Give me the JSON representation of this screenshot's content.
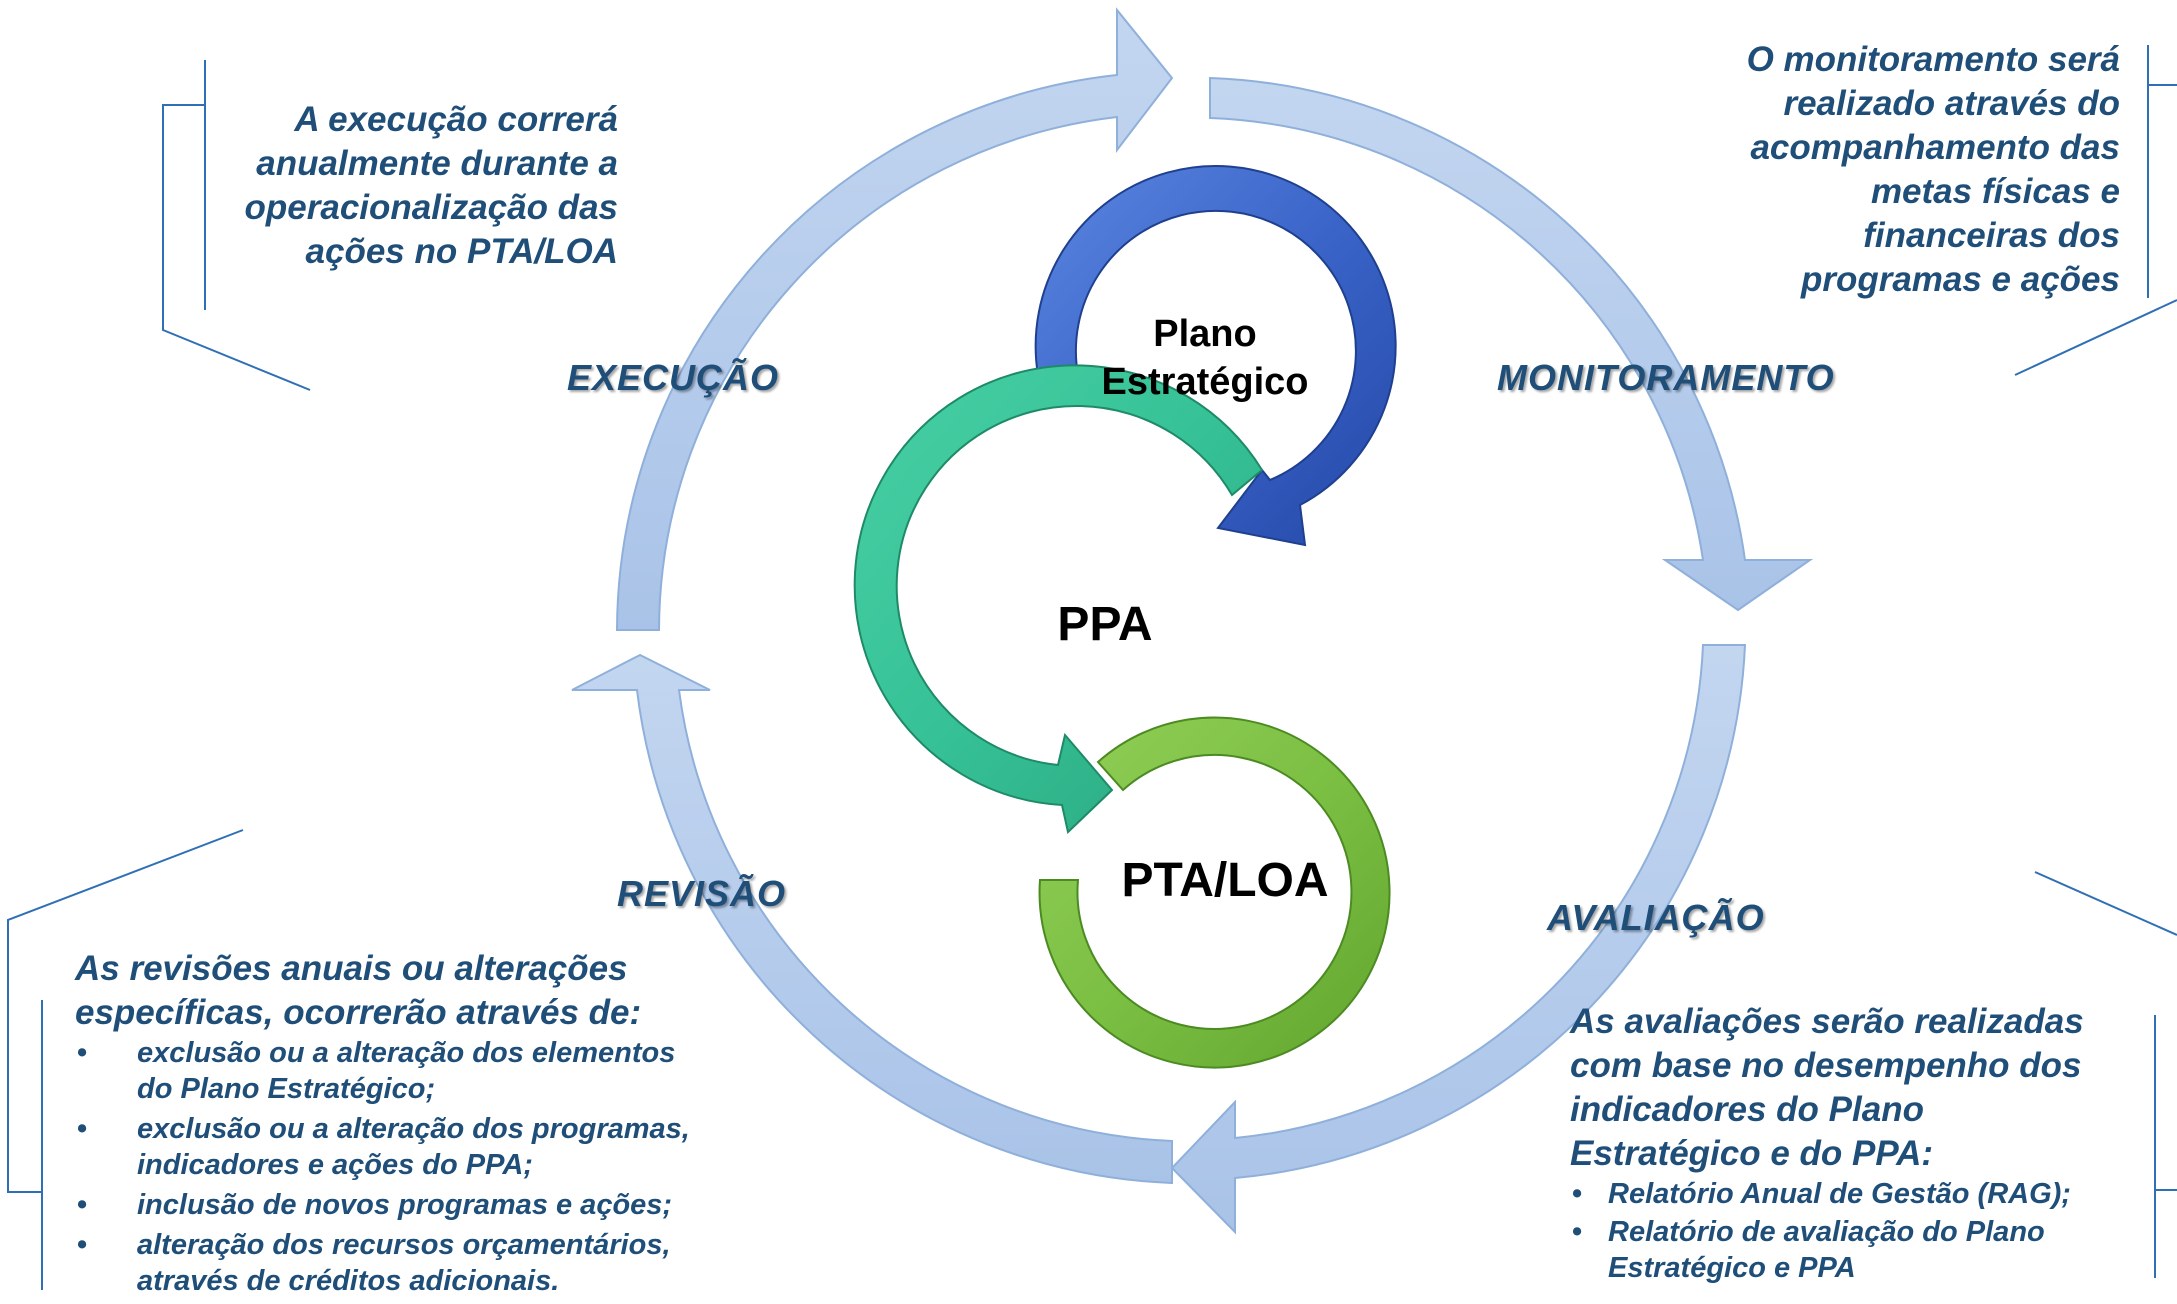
{
  "stages": {
    "execucao": "EXECUÇÃO",
    "monitoramento": "MONITORAMENTO",
    "avaliacao": "AVALIAÇÃO",
    "revisao": "REVISÃO"
  },
  "center": {
    "plano_line1": "Plano",
    "plano_line2": "Estratégico",
    "ppa": "PPA",
    "pta_loa": "PTA/LOA"
  },
  "callouts": {
    "execucao": [
      "A execução correrá",
      "anualmente durante a",
      "operacionalização das",
      "ações no PTA/LOA"
    ],
    "monitoramento": [
      "O monitoramento será",
      "realizado através do",
      "acompanhamento das",
      "metas físicas e",
      "financeiras dos",
      "programas e ações"
    ],
    "revisao": {
      "intro": [
        "As revisões anuais ou alterações",
        "específicas, ocorrerão através de:"
      ],
      "bullets": [
        [
          "exclusão ou a alteração dos elementos",
          "do Plano Estratégico;"
        ],
        [
          "exclusão ou a alteração dos programas,",
          "indicadores e ações do PPA;"
        ],
        [
          "inclusão de novos programas e ações;"
        ],
        [
          "alteração dos recursos orçamentários,",
          "através de créditos adicionais."
        ]
      ]
    },
    "avaliacao": {
      "intro": [
        "As avaliações serão realizadas",
        "com base no desempenho dos",
        "indicadores do Plano",
        "Estratégico e do PPA:"
      ],
      "bullets": [
        [
          "Relatório Anual de Gestão (RAG);"
        ],
        [
          "Relatório de avaliação do Plano",
          "Estratégico e PPA"
        ]
      ]
    },
    "bullet_symbol": "•"
  },
  "colors": {
    "text": "#1f4e79",
    "cycle_arrow": "#b4cdec",
    "cycle_arrow_edge": "#8fb0da",
    "plano_arrow": "#3f6fd1",
    "ppa_arrow": "#3fcda0",
    "pta_arrow": "#7cc143",
    "connector_line": "#2f6fb5"
  }
}
